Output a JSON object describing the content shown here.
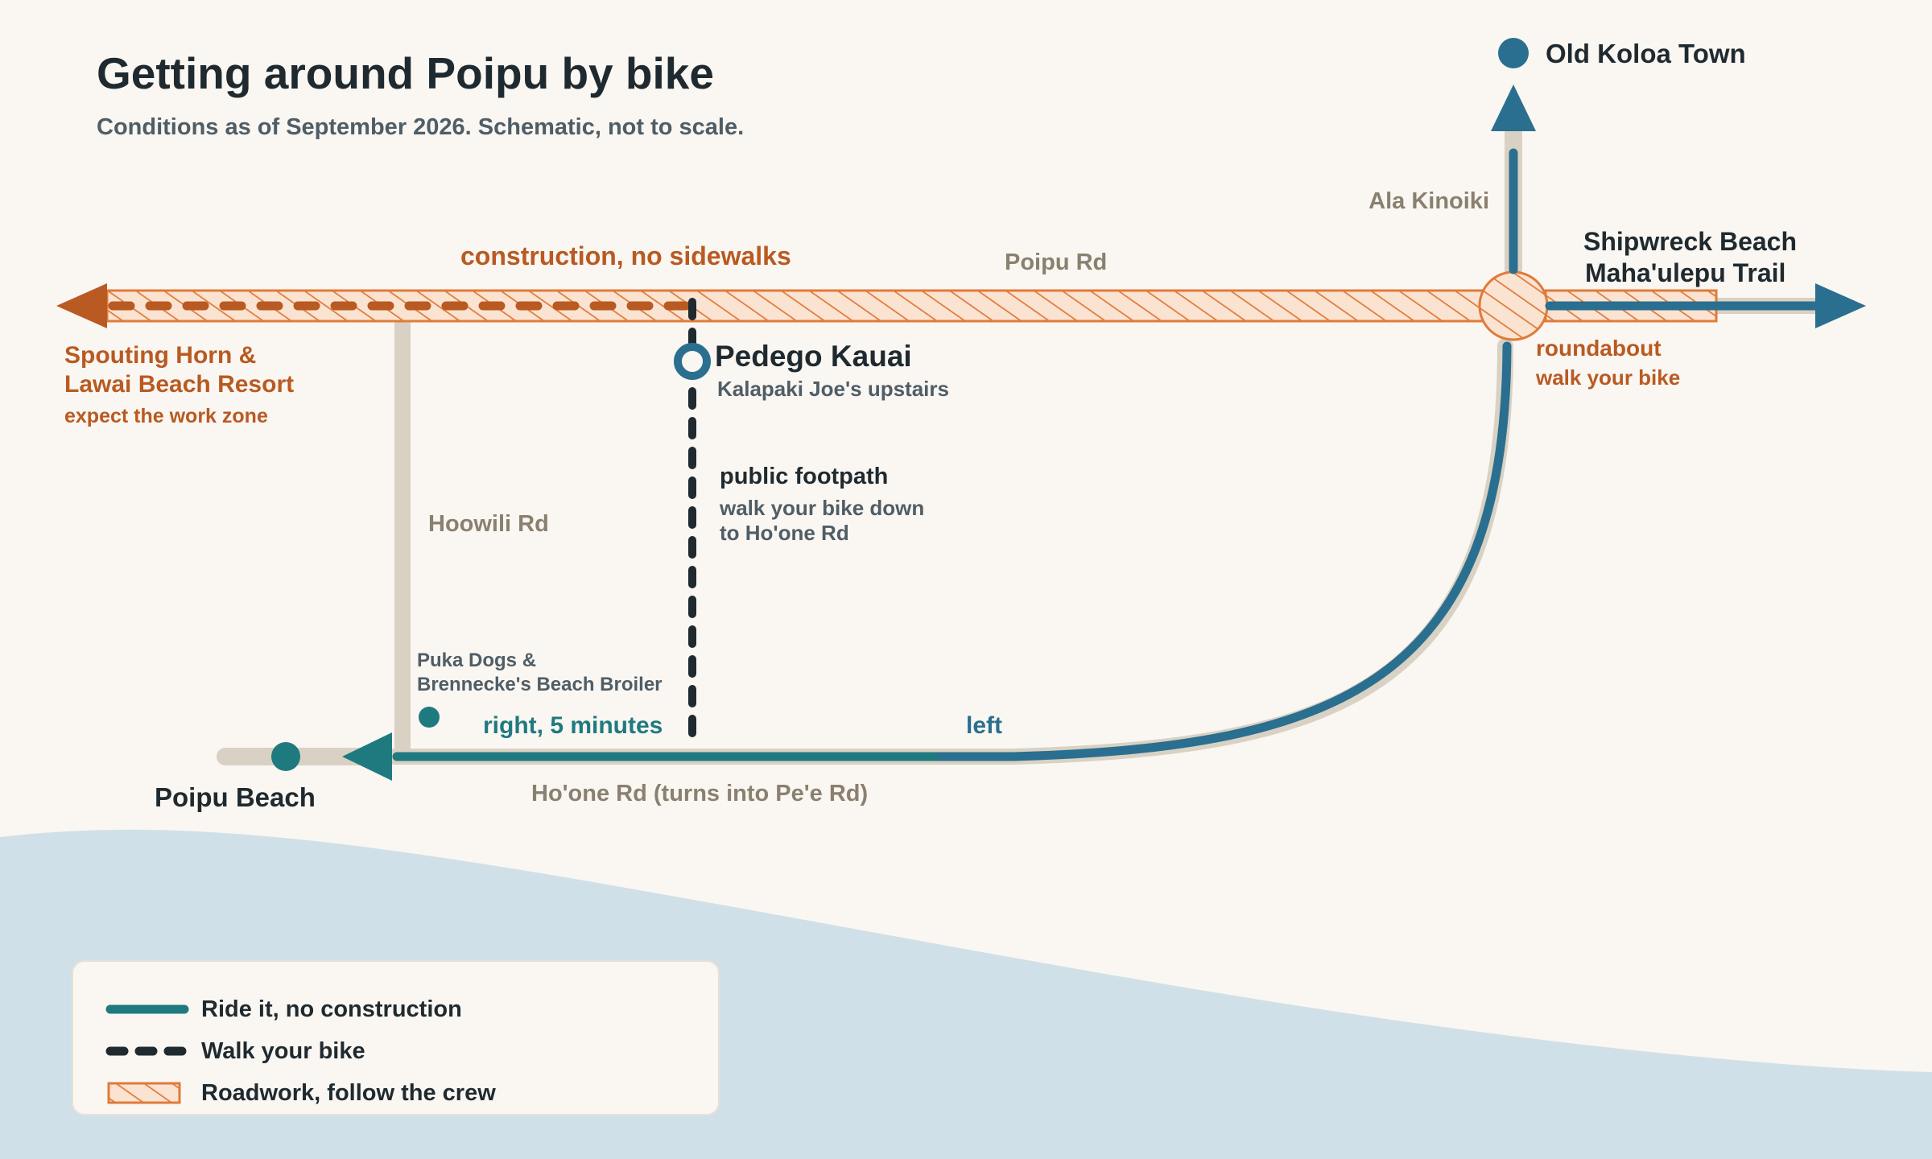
{
  "header": {
    "title": "Getting around Poipu by bike",
    "subtitle": "Conditions as of September 2026. Schematic, not to scale."
  },
  "roads": {
    "poipu_rd": "Poipu Rd",
    "ala_kinoiki": "Ala Kinoiki",
    "hoowili_rd": "Hoowili Rd",
    "hoone_rd": "Ho'one Rd (turns into Pe'e Rd)"
  },
  "destinations": {
    "old_koloa_town": "Old Koloa Town",
    "shipwreck_line1": "Shipwreck Beach",
    "shipwreck_line2": "Maha'ulepu Trail",
    "spouting_line1": "Spouting Horn &",
    "spouting_line2": "Lawai Beach Resort",
    "spouting_note": "expect the work zone",
    "poipu_beach": "Poipu Beach"
  },
  "places": {
    "pedego_name": "Pedego Kauai",
    "pedego_note": "Kalapaki Joe's upstairs",
    "puka_line1": "Puka Dogs &",
    "puka_line2": "Brennecke's Beach Broiler"
  },
  "annotations": {
    "construction": "construction, no sidewalks",
    "roundabout": "roundabout",
    "roundabout_note": "walk your bike",
    "footpath_title": "public footpath",
    "footpath_line1": "walk your bike down",
    "footpath_line2": "to Ho'one Rd",
    "right": "right, 5 minutes",
    "left": "left"
  },
  "legend": {
    "ride": "Ride it, no construction",
    "walk": "Walk your bike",
    "roadwork": "Roadwork, follow the crew"
  },
  "colors": {
    "teal": "#1f7a80",
    "blue": "#2a6f8f",
    "orange": "#b85a22",
    "hatch": "#e07b39",
    "road": "#d9d1c3",
    "dark": "#1f2a30",
    "water": "#d0e0e8",
    "background": "#faf6f1"
  }
}
